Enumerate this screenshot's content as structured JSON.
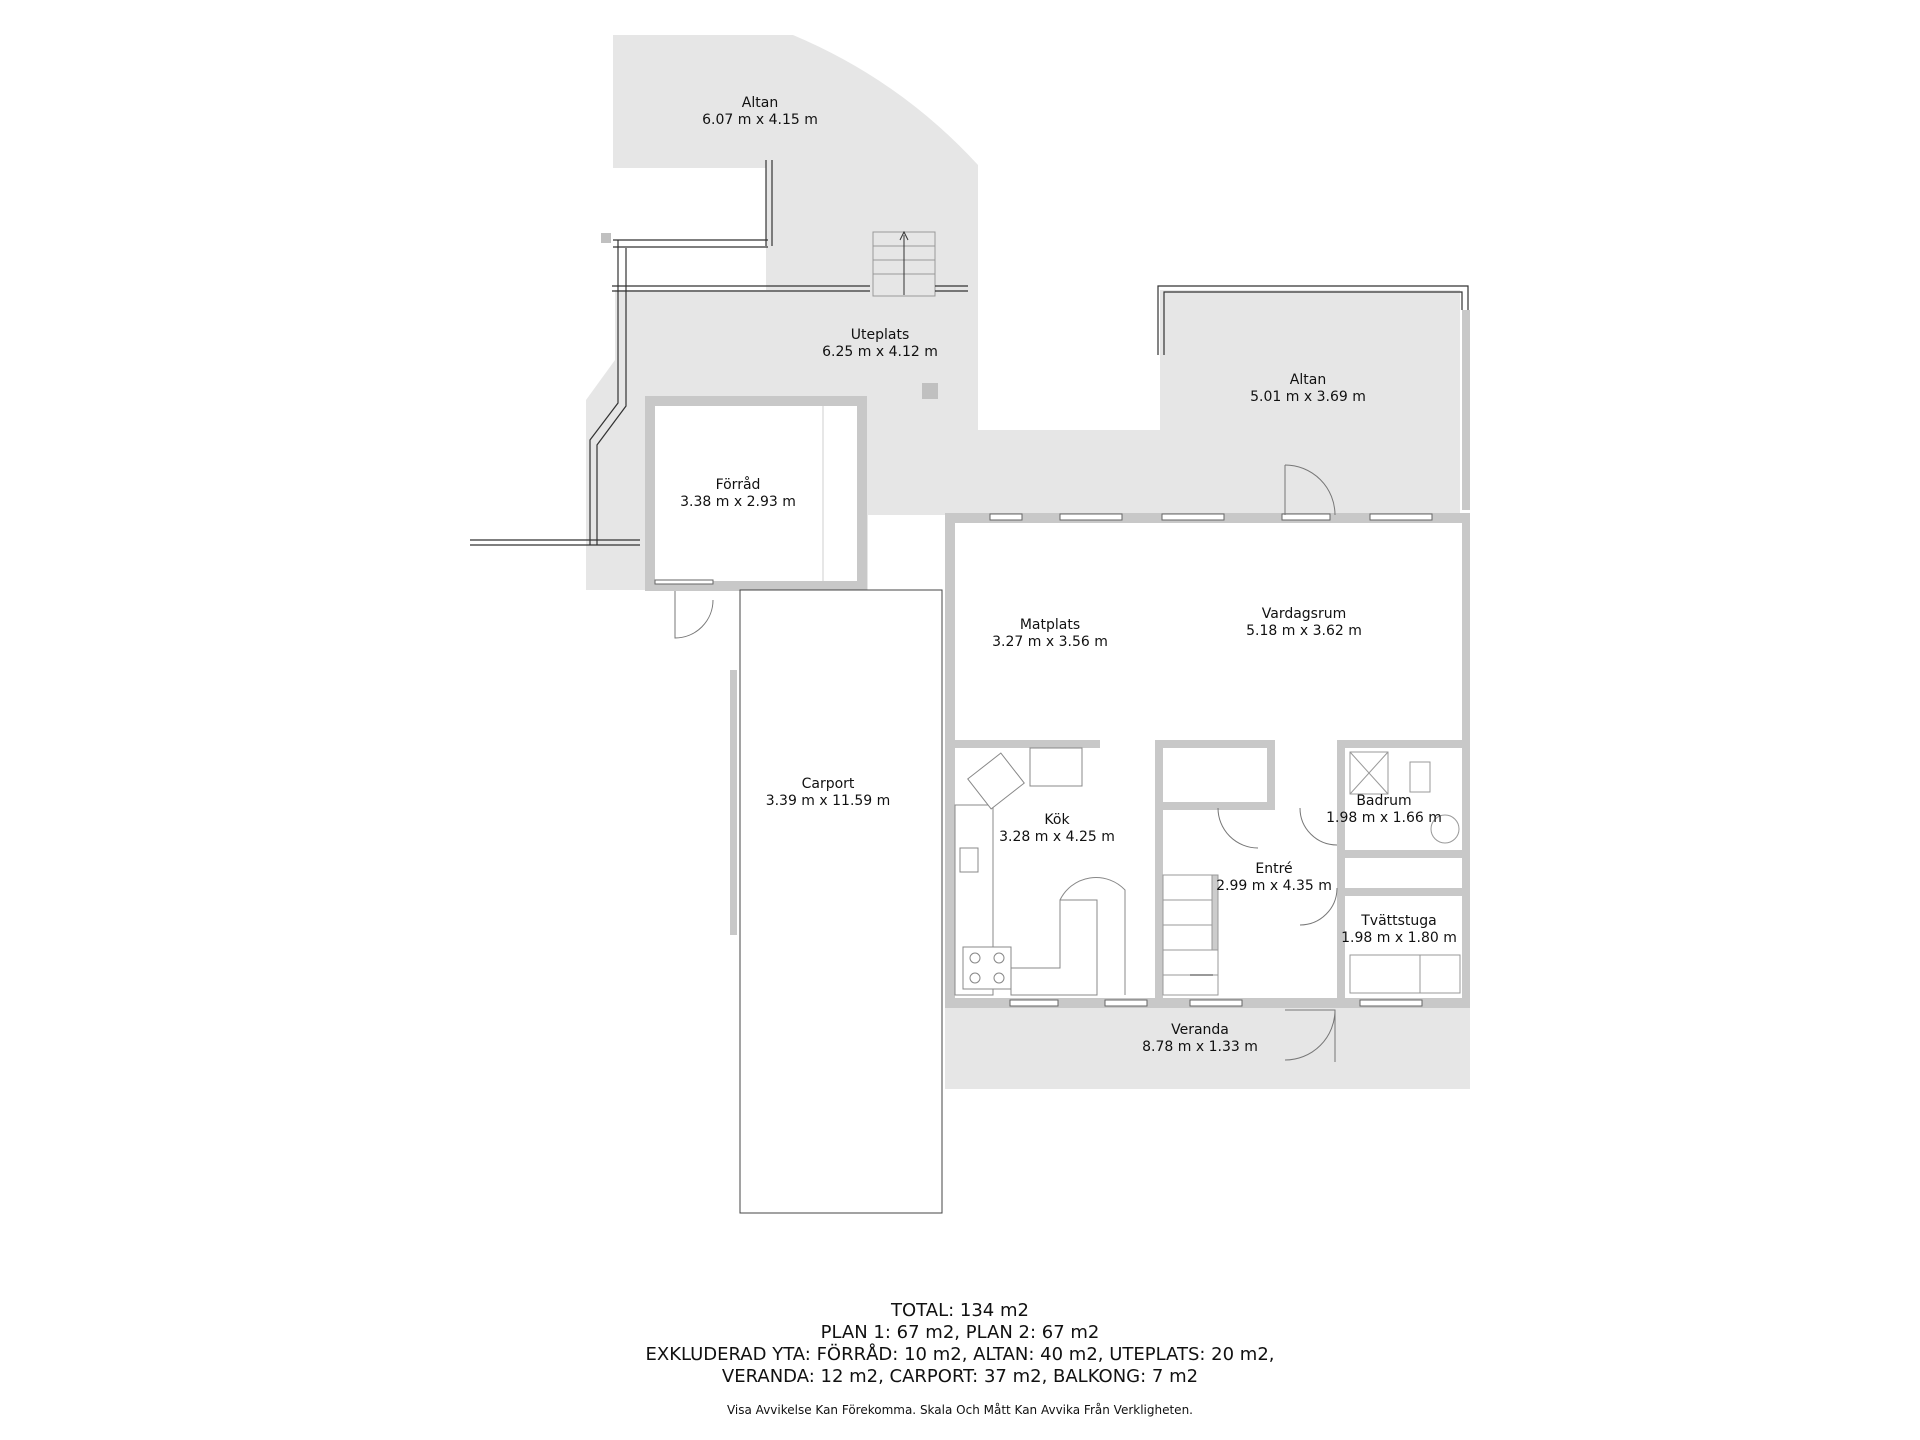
{
  "rooms": [
    {
      "name": "Altan",
      "size": "6.07 m x 4.15 m"
    },
    {
      "name": "Uteplats",
      "size": "6.25 m x 4.12 m"
    },
    {
      "name": "Altan",
      "size": "5.01 m x 3.69 m"
    },
    {
      "name": "Förråd",
      "size": "3.38 m x 2.93 m"
    },
    {
      "name": "Matplats",
      "size": "3.27 m x 3.56 m"
    },
    {
      "name": "Vardagsrum",
      "size": "5.18 m x 3.62 m"
    },
    {
      "name": "Carport",
      "size": "3.39 m x 11.59 m"
    },
    {
      "name": "Kök",
      "size": "3.28 m x 4.25 m"
    },
    {
      "name": "Badrum",
      "size": "1.98 m x 1.66 m"
    },
    {
      "name": "Entré",
      "size": "2.99 m x 4.35 m"
    },
    {
      "name": "Tvättstuga",
      "size": "1.98 m x 1.80 m"
    },
    {
      "name": "Veranda",
      "size": "8.78 m x 1.33 m"
    }
  ],
  "summary": {
    "line1": "TOTAL: 134 m2",
    "line2": "PLAN 1: 67 m2, PLAN 2: 67 m2",
    "line3": "EXKLUDERAD YTA: FÖRRÅD: 10 m2, ALTAN: 40 m2, UTEPLATS: 20 m2,",
    "line4": "VERANDA: 12 m2, CARPORT: 37 m2, BALKONG: 7 m2"
  },
  "disclaimer": "Visa Avvikelse Kan Förekomma. Skala Och Mått Kan Avvika Från Verkligheten.",
  "colors": {
    "exterior_fill": "#e6e6e6",
    "interior_fill": "#ffffff",
    "wall": "#c8c8c8",
    "line": "#333333"
  }
}
